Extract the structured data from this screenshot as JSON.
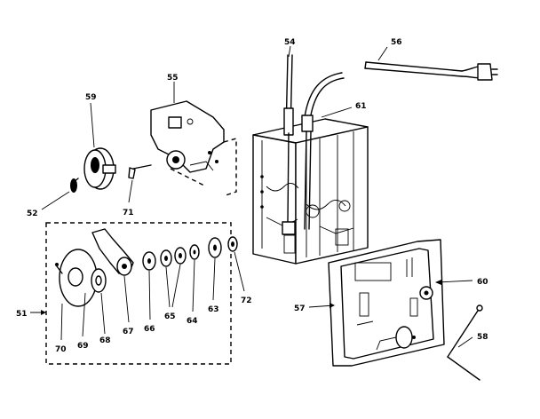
{
  "labels": {
    "l54": "54",
    "l56": "56",
    "l55": "55",
    "l59": "59",
    "l61": "61",
    "l52": "52",
    "l71": "71",
    "l51": "51",
    "l72": "72",
    "l57": "57",
    "l60": "60",
    "l70": "70",
    "l69": "69",
    "l68": "68",
    "l67": "67",
    "l66": "66",
    "l65": "65",
    "l64": "64",
    "l63": "63",
    "l58": "58"
  }
}
